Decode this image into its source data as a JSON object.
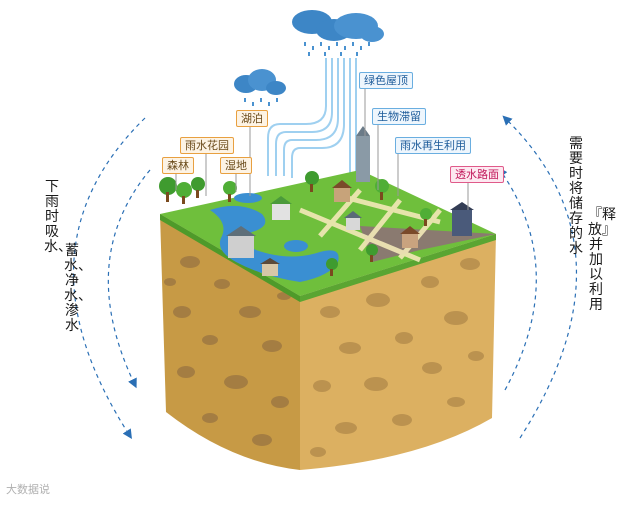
{
  "labels": {
    "forest": "森林",
    "rain_garden": "雨水花园",
    "wetland": "湿地",
    "lake": "湖泊",
    "green_roof": "绿色屋顶",
    "bio_swale": "生物滞留",
    "rainwater_reuse": "雨水再生利用",
    "permeable_pavement": "透水路面"
  },
  "left_text": {
    "line1": "下雨时吸水、",
    "line2": "蓄水、净水、渗水"
  },
  "right_text": {
    "line1": "需要时将储存的水",
    "line2": "『释放』并加以利用"
  },
  "watermark": "大数据说"
}
